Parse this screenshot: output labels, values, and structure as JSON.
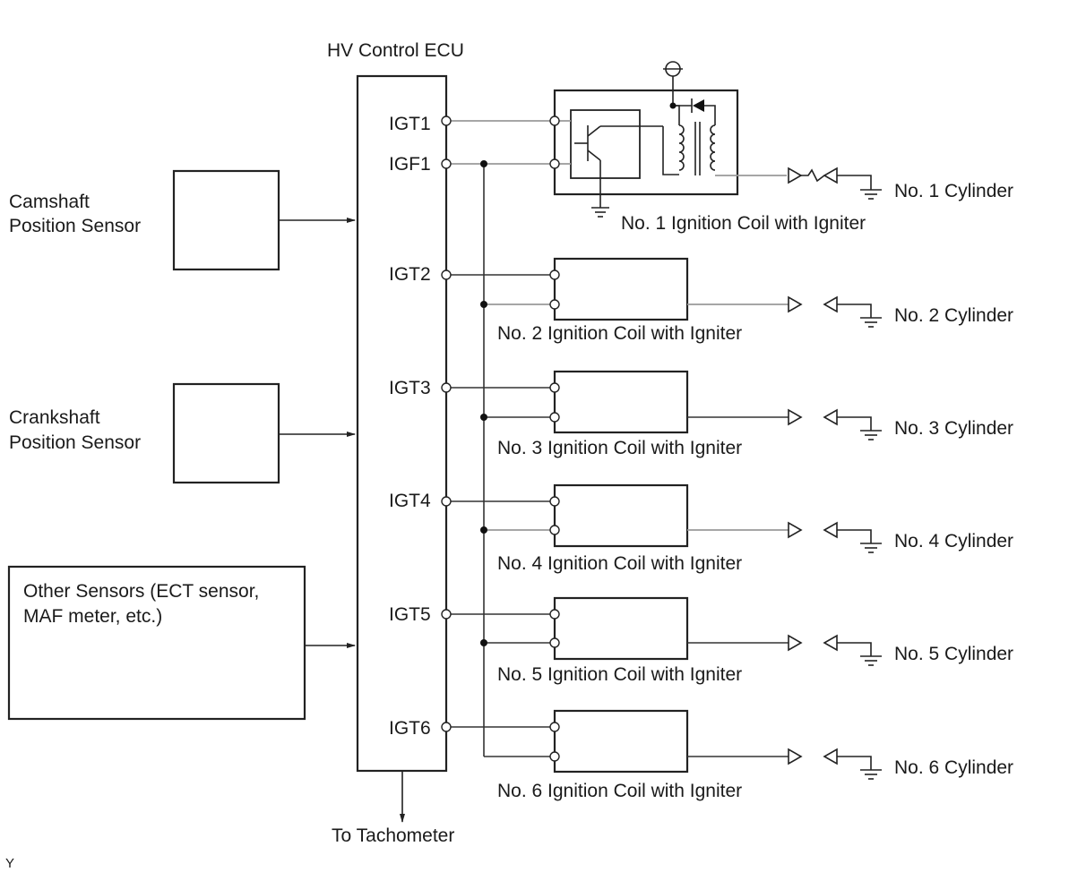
{
  "ecu": {
    "title": "HV Control ECU",
    "terminals": [
      "IGT1",
      "IGF1",
      "IGT2",
      "IGT3",
      "IGT4",
      "IGT5",
      "IGT6"
    ]
  },
  "sensors": [
    {
      "line1": "Camshaft",
      "line2": "Position Sensor"
    },
    {
      "line1": "Crankshaft",
      "line2": "Position Sensor"
    },
    {
      "line1": "Other Sensors (ECT sensor,",
      "line2": "MAF meter, etc.)"
    }
  ],
  "coils": [
    "No. 1 Ignition Coil with Igniter",
    "No. 2 Ignition Coil with Igniter",
    "No. 3 Ignition Coil with Igniter",
    "No. 4 Ignition Coil with Igniter",
    "No. 5 Ignition Coil with Igniter",
    "No. 6 Ignition Coil with Igniter"
  ],
  "cylinders": [
    "No. 1 Cylinder",
    "No. 2 Cylinder",
    "No. 3 Cylinder",
    "No. 4 Cylinder",
    "No. 5 Cylinder",
    "No. 6 Cylinder"
  ],
  "tachometer_label": "To Tachometer",
  "corner_mark": "Y"
}
